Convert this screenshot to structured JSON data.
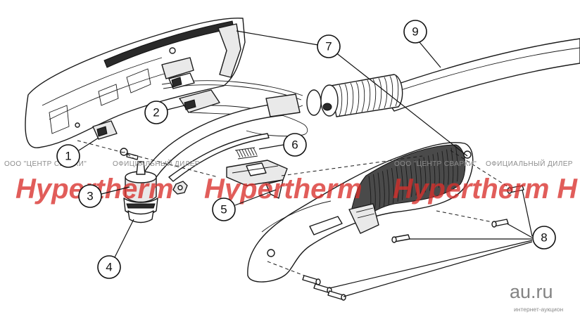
{
  "callouts": [
    {
      "id": "callout-1",
      "label": "1"
    },
    {
      "id": "callout-2",
      "label": "2"
    },
    {
      "id": "callout-3",
      "label": "3"
    },
    {
      "id": "callout-4",
      "label": "4"
    },
    {
      "id": "callout-5",
      "label": "5"
    },
    {
      "id": "callout-6",
      "label": "6"
    },
    {
      "id": "callout-7",
      "label": "7"
    },
    {
      "id": "callout-8",
      "label": "8"
    },
    {
      "id": "callout-9",
      "label": "9"
    }
  ],
  "watermark": {
    "dealer_left": "ООО \"ЦЕНТР СВАРКИ\"",
    "dealer_mid": "ОФИЦИАЛЬНЫЙ ДИЛЕР",
    "dealer_right": "ООО \"ЦЕНТР СВАРКИ\"",
    "dealer_far": "ОФИЦИАЛЬНЫЙ ДИЛЕР",
    "brand_1": "Hypertherm",
    "brand_2": "Hypertherm",
    "brand_3": "Hypertherm H"
  },
  "site_logo": {
    "name": "au.ru",
    "tagline": "интернет-аукцион"
  },
  "colors": {
    "line": "#1a1a1a",
    "watermark_red": "#d9302b",
    "watermark_grey": "#8c8c8c"
  }
}
